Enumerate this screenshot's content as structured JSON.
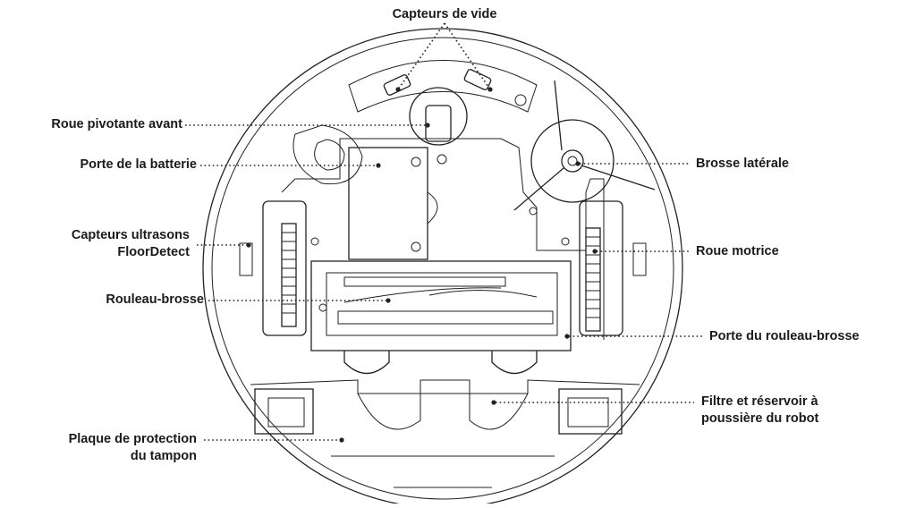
{
  "labels": {
    "capteurs_vide": "Capteurs de vide",
    "roue_pivotante": "Roue pivotante avant",
    "porte_batterie": "Porte de la batterie",
    "capteurs_ultrasons_1": "Capteurs ultrasons",
    "capteurs_ultrasons_2": "FloorDetect",
    "rouleau_brosse": "Rouleau-brosse",
    "plaque_1": "Plaque de protection",
    "plaque_2": "du tampon",
    "brosse_laterale": "Brosse latérale",
    "roue_motrice": "Roue motrice",
    "porte_rouleau": "Porte du rouleau-brosse",
    "filtre_1": "Filtre et réservoir à",
    "filtre_2": "poussière du robot"
  },
  "colors": {
    "line": "#222222",
    "text": "#1a1a1a",
    "background": "#ffffff"
  }
}
